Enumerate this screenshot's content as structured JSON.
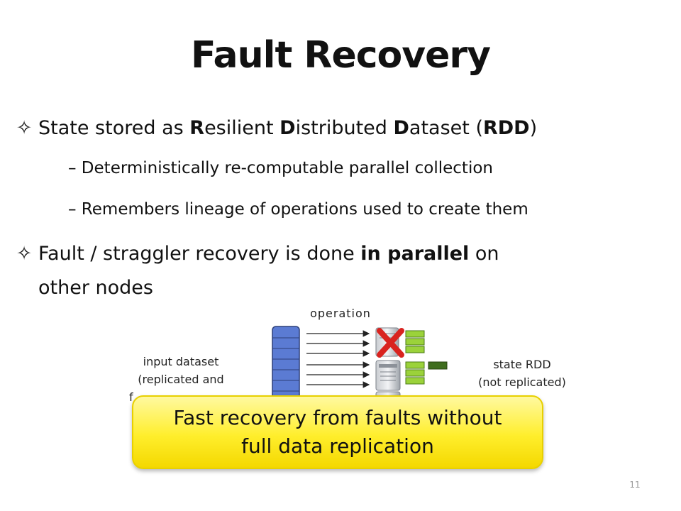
{
  "slide": {
    "title": "Fault Recovery",
    "page_number": "11"
  },
  "bullets": [
    {
      "star_icon": "✧",
      "pre": "State stored as ",
      "r": "R",
      "mid1": "esilient ",
      "d1": "D",
      "mid2": "istributed ",
      "d2": "D",
      "mid3": "ataset (",
      "rdd": "RDD",
      "post": ")"
    },
    {
      "star_icon": "✧",
      "pre": "Fault / straggler recovery is done ",
      "bold": "in parallel",
      "post": " on",
      "line2": "other nodes"
    }
  ],
  "sub_bullets": [
    "– Deterministically re-computable parallel collection",
    "– Remembers lineage of operations used to create them"
  ],
  "diagram": {
    "operation_label": "operation",
    "input_label_line1": "input dataset",
    "input_label_line2": "(replicated and",
    "input_label_line3": "f",
    "state_label_line1": "state RDD",
    "state_label_line2": "(not replicated)",
    "colors": {
      "input_fill": "#5b7bd3",
      "state_fill": "#9bd23a",
      "lineage_fill": "#3f6d1e",
      "failure_x": "#d9231f"
    }
  },
  "callout": {
    "line1": "Fast recovery from faults without",
    "line2": "full data replication"
  }
}
